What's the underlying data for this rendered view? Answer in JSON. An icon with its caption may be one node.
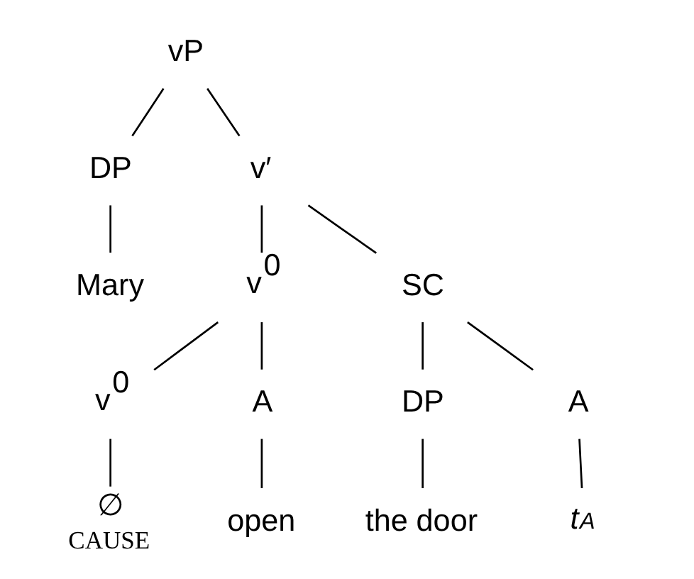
{
  "diagram": {
    "nodes": [
      {
        "text": [
          "vP"
        ]
      },
      {
        "text": [
          "DP"
        ]
      },
      {
        "text": [
          "v′"
        ]
      },
      {
        "text": [
          "Mary"
        ]
      },
      {
        "text": [
          "v$^{0}$"
        ]
      },
      {
        "text": [
          "SC"
        ]
      },
      {
        "text": [
          "v$^{0}$"
        ]
      },
      {
        "text": [
          "A"
        ]
      },
      {
        "text": [
          "DP"
        ]
      },
      {
        "text": [
          "A"
        ]
      },
      {
        "text": [
          "∅"
        ],
        "beside": [
          "CAUSE"
        ]
      },
      {
        "text": [
          "open"
        ]
      },
      {
        "text": [
          "the door"
        ]
      },
      {
        "text": [
          "*t*$_{A}$"
        ]
      }
    ],
    "edges": [
      {
        "from": 0,
        "to": 1,
        "arrow": "none"
      },
      {
        "from": 0,
        "to": 2,
        "arrow": "none"
      },
      {
        "from": 1,
        "to": 3,
        "arrow": "none"
      },
      {
        "from": 2,
        "to": 4,
        "arrow": "none"
      },
      {
        "from": 2,
        "to": 5,
        "arrow": "none"
      },
      {
        "from": 4,
        "to": 6,
        "arrow": "none"
      },
      {
        "from": 4,
        "to": 7,
        "arrow": "none"
      },
      {
        "from": 5,
        "to": 8,
        "arrow": "none"
      },
      {
        "from": 5,
        "to": 9,
        "arrow": "none"
      },
      {
        "from": 6,
        "to": 10,
        "arrow": "none"
      },
      {
        "from": 7,
        "to": 11,
        "arrow": "none"
      },
      {
        "from": 8,
        "to": 12,
        "arrow": "none"
      },
      {
        "from": 9,
        "to": 13,
        "arrow": "none"
      }
    ]
  }
}
